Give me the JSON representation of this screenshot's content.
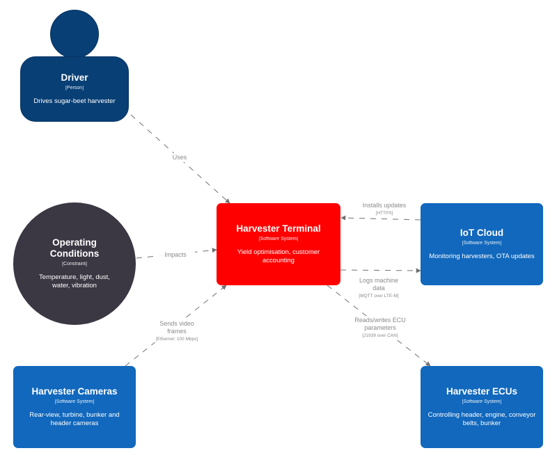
{
  "nodes": {
    "driver": {
      "name": "Driver",
      "kind": "[Person]",
      "description": "Drives sugar-beet harvester",
      "color": "#083f75"
    },
    "operating_conditions": {
      "name": "Operating Conditions",
      "kind": "[Constraint]",
      "description": "Temperature, light, dust, water, vibration",
      "color": "#3b3743"
    },
    "harvester_terminal": {
      "name": "Harvester Terminal",
      "kind": "[Software System]",
      "description": "Yield optimisation, customer accounting",
      "color": "#ff0000"
    },
    "iot_cloud": {
      "name": "IoT Cloud",
      "kind": "[Software System]",
      "description": "Monitoring harvesters, OTA updates",
      "color": "#1168bd"
    },
    "harvester_cameras": {
      "name": "Harvester Cameras",
      "kind": "[Software System]",
      "description": "Rear-view, turbine, bunker and header cameras",
      "color": "#1168bd"
    },
    "harvester_ecus": {
      "name": "Harvester ECUs",
      "kind": "[Software System]",
      "description": "Controlling header, engine, conveyor belts, bunker",
      "color": "#1168bd"
    }
  },
  "edges": {
    "uses": {
      "label": "Uses",
      "technology": ""
    },
    "impacts": {
      "label": "Impacts",
      "technology": ""
    },
    "installs_updates": {
      "label": "Installs updates",
      "technology": "[HTTPS]"
    },
    "logs_machine_data": {
      "label": "Logs machine data",
      "technology": "[MQTT over LTE-M]"
    },
    "sends_video_frames": {
      "label": "Sends video frames",
      "technology": "[Ethernet: 100 Mbps]"
    },
    "reads_writes_ecu": {
      "label": "Reads/writes ECU parameters",
      "technology": "[J1939 over CAN]"
    }
  },
  "edge_color": "#707070"
}
